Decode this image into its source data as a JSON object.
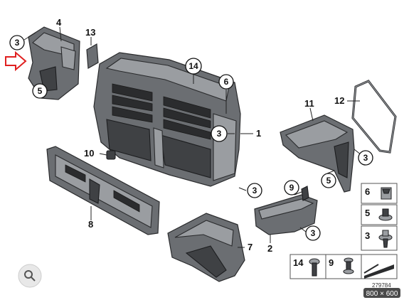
{
  "callouts": {
    "c3": "3",
    "c4": "4",
    "c5": "5",
    "c6": "6",
    "c13": "13",
    "c14": "14",
    "c1": "1",
    "c2": "2",
    "c7": "7",
    "c8": "8",
    "c9": "9",
    "c10": "10",
    "c11": "11",
    "c12": "12"
  },
  "legend": {
    "items": [
      "6",
      "5",
      "3"
    ],
    "bottom": [
      "14",
      "9"
    ]
  },
  "doc_number": "279784",
  "image_size": "800 × 600",
  "colors": {
    "arrow": "#e02020",
    "part": "#6b6e72"
  },
  "icons": [
    "search-lens-icon",
    "red-arrow-icon"
  ]
}
